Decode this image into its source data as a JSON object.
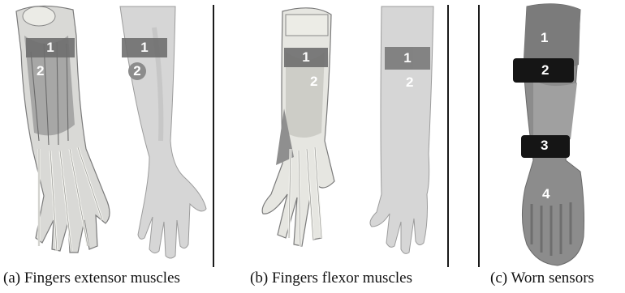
{
  "panels": [
    {
      "caption": "(a) Fingers extensor muscles",
      "anatomy_labels": [
        "1",
        "2"
      ],
      "arm_labels": [
        "1",
        "2"
      ]
    },
    {
      "caption": "(b) Fingers flexor muscles",
      "anatomy_labels": [
        "1",
        "2"
      ],
      "arm_labels": [
        "1",
        "2"
      ]
    },
    {
      "caption": "(c) Worn sensors",
      "sensor_labels": [
        "1",
        "2",
        "3",
        "4"
      ]
    }
  ],
  "colors": {
    "skin": "#d6d6d6",
    "skin_shadow": "#bdbdbd",
    "bone": "#e9e9e3",
    "muscle": "#8f8f8f",
    "sensor_box": "#6f6f6f",
    "glove": "#8a8a8a",
    "strap": "#151515"
  }
}
